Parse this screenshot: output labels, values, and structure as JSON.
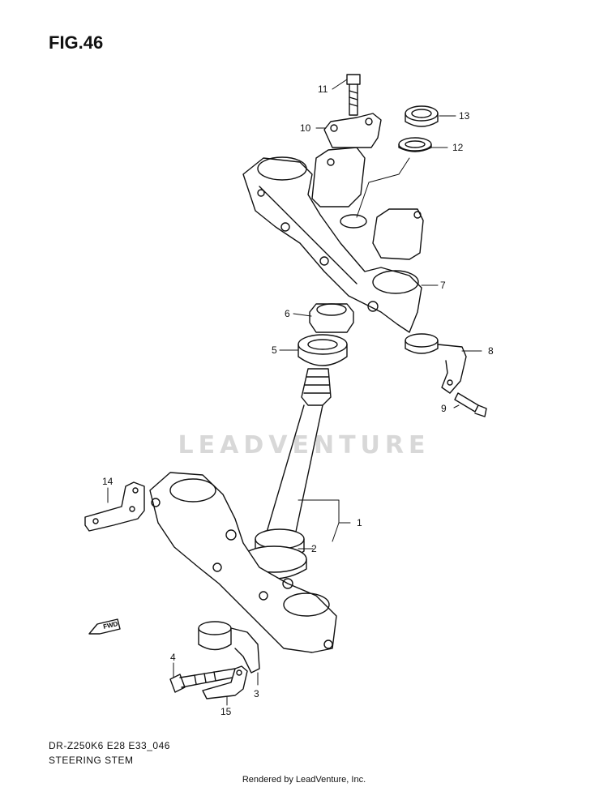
{
  "figure": {
    "title": "FIG.46"
  },
  "watermark": "LEADVENTURE",
  "fwd_label": "FWD",
  "callouts": [
    "1",
    "2",
    "3",
    "4",
    "5",
    "6",
    "7",
    "8",
    "9",
    "10",
    "11",
    "12",
    "13",
    "14",
    "15"
  ],
  "caption": {
    "model": "DR-Z250K6 E28 E33_046",
    "name": "STEERING STEM"
  },
  "footer": "Rendered by LeadVenture, Inc."
}
